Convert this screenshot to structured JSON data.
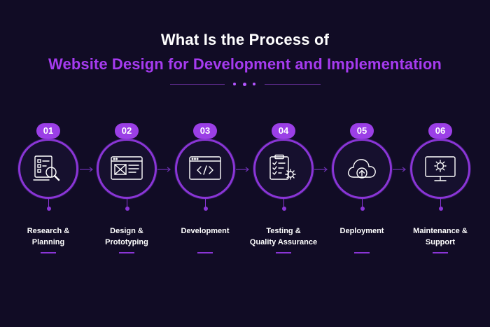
{
  "title": {
    "line1": "What Is the Process of",
    "line2": "Website Design for Development and Implementation"
  },
  "colors": {
    "background": "#110c25",
    "accent": "#a63bf0",
    "ring": "#8a35d6",
    "text": "#ffffff"
  },
  "steps": [
    {
      "number": "01",
      "label_line1": "Research &",
      "label_line2": "Planning",
      "icon": "research-magnifier-icon"
    },
    {
      "number": "02",
      "label_line1": "Design &",
      "label_line2": "Prototyping",
      "icon": "wireframe-icon"
    },
    {
      "number": "03",
      "label_line1": "Development",
      "label_line2": "",
      "icon": "code-window-icon"
    },
    {
      "number": "04",
      "label_line1": "Testing &",
      "label_line2": "Quality Assurance",
      "icon": "checklist-gear-icon"
    },
    {
      "number": "05",
      "label_line1": "Deployment",
      "label_line2": "",
      "icon": "cloud-upload-icon"
    },
    {
      "number": "06",
      "label_line1": "Maintenance &",
      "label_line2": "Support",
      "icon": "monitor-gear-icon"
    }
  ]
}
